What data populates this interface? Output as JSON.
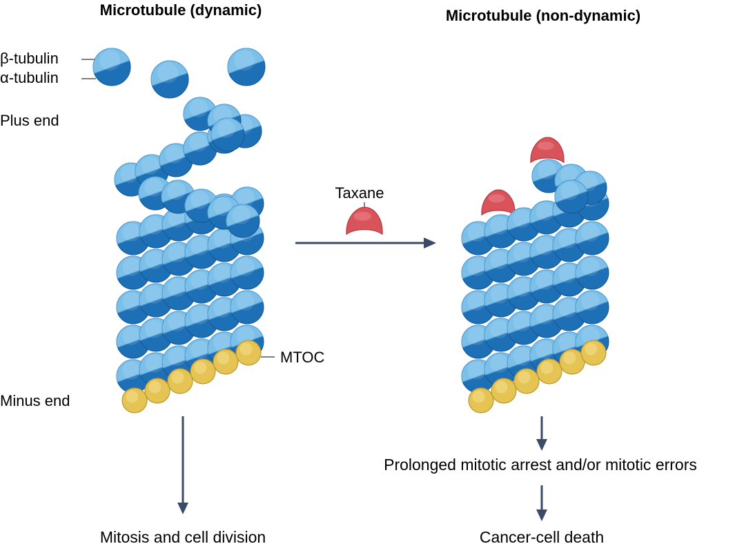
{
  "panels": {
    "dynamic": {
      "title": "Microtubule (dynamic)"
    },
    "non_dynamic": {
      "title": "Microtubule (non-dynamic)"
    }
  },
  "labels": {
    "beta_tubulin": "β-tubulin",
    "alpha_tubulin": "α-tubulin",
    "plus_end": "Plus end",
    "minus_end": "Minus end",
    "mtoc": "MTOC",
    "taxane": "Taxane"
  },
  "outcomes": {
    "dynamic": "Mitosis and cell division",
    "arrest": "Prolonged mitotic arrest and/or mitotic errors",
    "death": "Cancer-cell death"
  },
  "colors": {
    "beta_tubulin": "#7cc0ea",
    "alpha_tubulin": "#1d6fb6",
    "mtoc": "#e5c454",
    "taxane": "#d9535a",
    "arrow": "#3b4a66",
    "text": "#2b2b2b"
  }
}
